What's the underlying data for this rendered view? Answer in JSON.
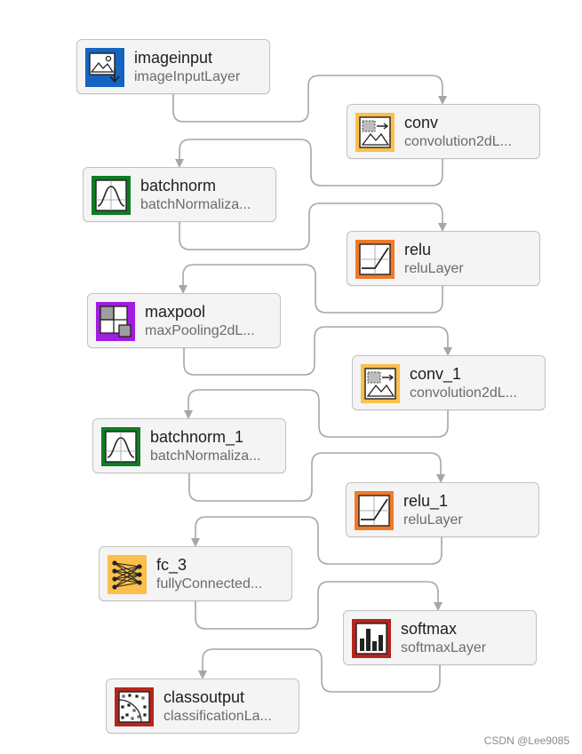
{
  "layers": [
    {
      "name": "imageinput",
      "type": "imageInputLayer",
      "icon": "image-input-icon",
      "color": "#1565c0"
    },
    {
      "name": "conv",
      "type": "convolution2dL...",
      "icon": "convolution-icon",
      "color": "#fbbf4b"
    },
    {
      "name": "batchnorm",
      "type": "batchNormaliza...",
      "icon": "batch-normalization-icon",
      "color": "#0e7d24"
    },
    {
      "name": "relu",
      "type": "reluLayer",
      "icon": "relu-icon",
      "color": "#f07a2a"
    },
    {
      "name": "maxpool",
      "type": "maxPooling2dL...",
      "icon": "max-pooling-icon",
      "color": "#a21de0"
    },
    {
      "name": "conv_1",
      "type": "convolution2dL...",
      "icon": "convolution-icon",
      "color": "#fbbf4b"
    },
    {
      "name": "batchnorm_1",
      "type": "batchNormaliza...",
      "icon": "batch-normalization-icon",
      "color": "#0e7d24"
    },
    {
      "name": "relu_1",
      "type": "reluLayer",
      "icon": "relu-icon",
      "color": "#f07a2a"
    },
    {
      "name": "fc_3",
      "type": "fullyConnected...",
      "icon": "fully-connected-icon",
      "color": "#fbbf4b"
    },
    {
      "name": "softmax",
      "type": "softmaxLayer",
      "icon": "softmax-icon",
      "color": "#b5261e"
    },
    {
      "name": "classoutput",
      "type": "classificationLa...",
      "icon": "classification-output-icon",
      "color": "#b5261e"
    }
  ],
  "watermark": "CSDN @Lee9085",
  "connector_color": "#a6a6a6"
}
